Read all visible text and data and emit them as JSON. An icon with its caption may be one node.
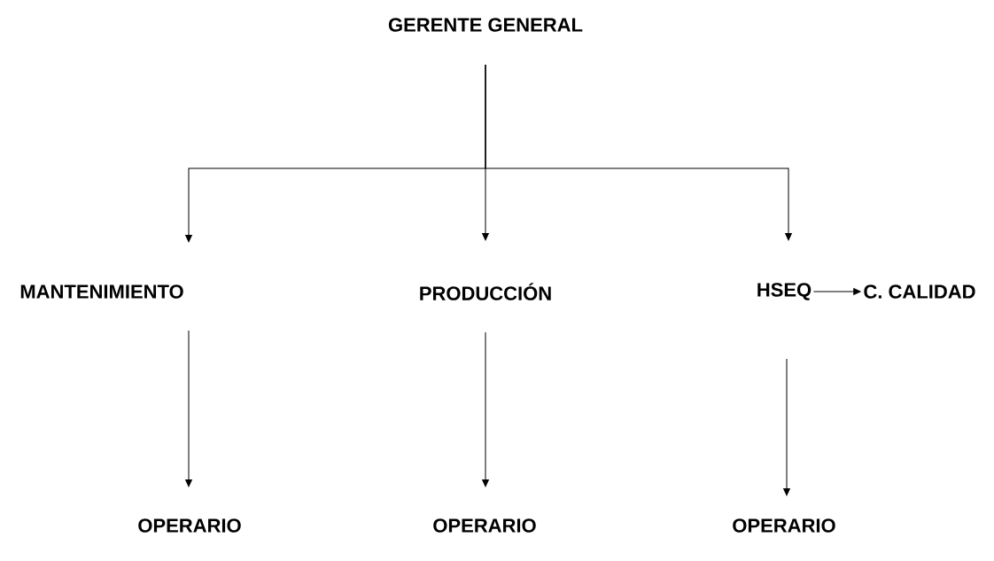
{
  "diagram": {
    "nodes": [
      {
        "text": [
          "GERENTE GENERAL"
        ]
      },
      {
        "text": [
          "MANTENIMIENTO"
        ]
      },
      {
        "text": [
          "PRODUCCIÓN"
        ]
      },
      {
        "text": [
          "HSEQ"
        ]
      },
      {
        "text": [
          "C. CALIDAD"
        ]
      },
      {
        "text": [
          "OPERARIO"
        ]
      },
      {
        "text": [
          "OPERARIO"
        ]
      },
      {
        "text": [
          "OPERARIO"
        ]
      }
    ],
    "edges": [
      {
        "from": 0,
        "to": 1,
        "arrow": "to"
      },
      {
        "from": 0,
        "to": 2,
        "arrow": "to"
      },
      {
        "from": 0,
        "to": 3,
        "arrow": "to"
      },
      {
        "from": 3,
        "to": 4,
        "arrow": "to"
      },
      {
        "from": 1,
        "to": 5,
        "arrow": "to"
      },
      {
        "from": 2,
        "to": 6,
        "arrow": "to"
      },
      {
        "from": 3,
        "to": 7,
        "arrow": "to"
      }
    ]
  }
}
